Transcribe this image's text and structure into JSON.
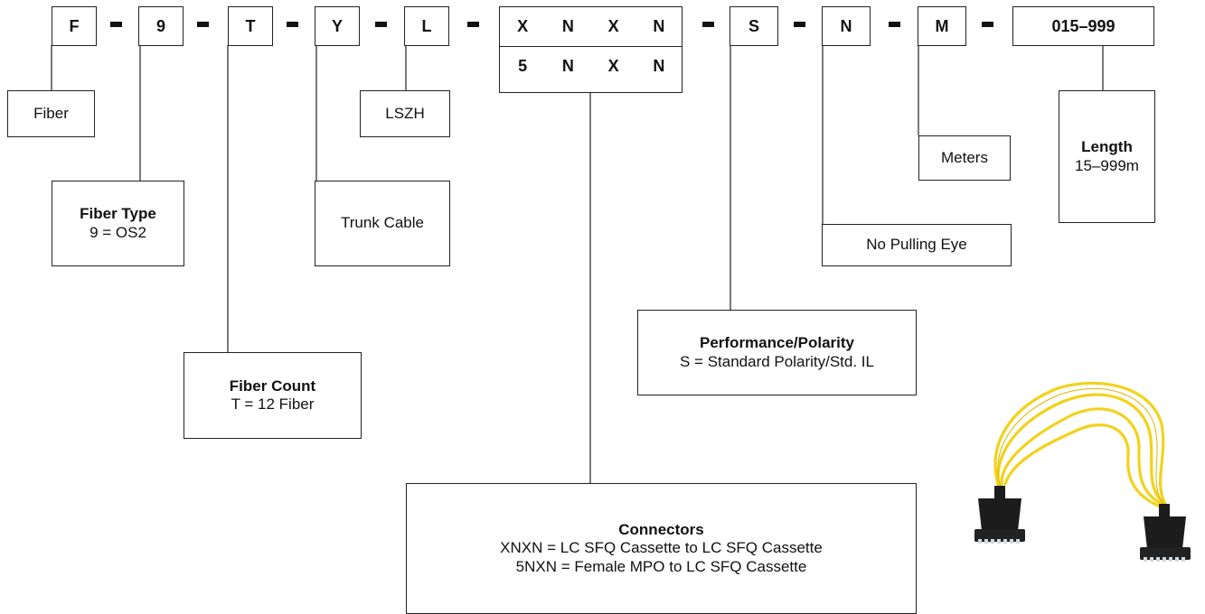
{
  "codes": {
    "f": "F",
    "nine": "9",
    "t": "T",
    "y": "Y",
    "l": "L",
    "row1": [
      "X",
      "N",
      "X",
      "N"
    ],
    "row2": [
      "5",
      "N",
      "X",
      "N"
    ],
    "s": "S",
    "n": "N",
    "m": "M",
    "length": "015–999"
  },
  "labels": {
    "fiber": "Fiber",
    "fiber_type_title": "Fiber Type",
    "fiber_type_desc": "9 = OS2",
    "fiber_count_title": "Fiber Count",
    "fiber_count_desc": "T = 12 Fiber",
    "trunk": "Trunk Cable",
    "lszh": "LSZH",
    "connectors_title": "Connectors",
    "connectors_line1": "XNXN = LC SFQ Cassette to LC SFQ Cassette",
    "connectors_line2": "5NXN = Female MPO to LC SFQ Cassette",
    "perf_title": "Performance/Polarity",
    "perf_desc": "S = Standard Polarity/Std. IL",
    "no_pulling_eye": "No Pulling Eye",
    "meters": "Meters",
    "length_title": "Length",
    "length_desc": "15–999m"
  },
  "colors": {
    "line": "#222222",
    "cable": "#f2d21b",
    "connector": "#1c1c1c"
  }
}
